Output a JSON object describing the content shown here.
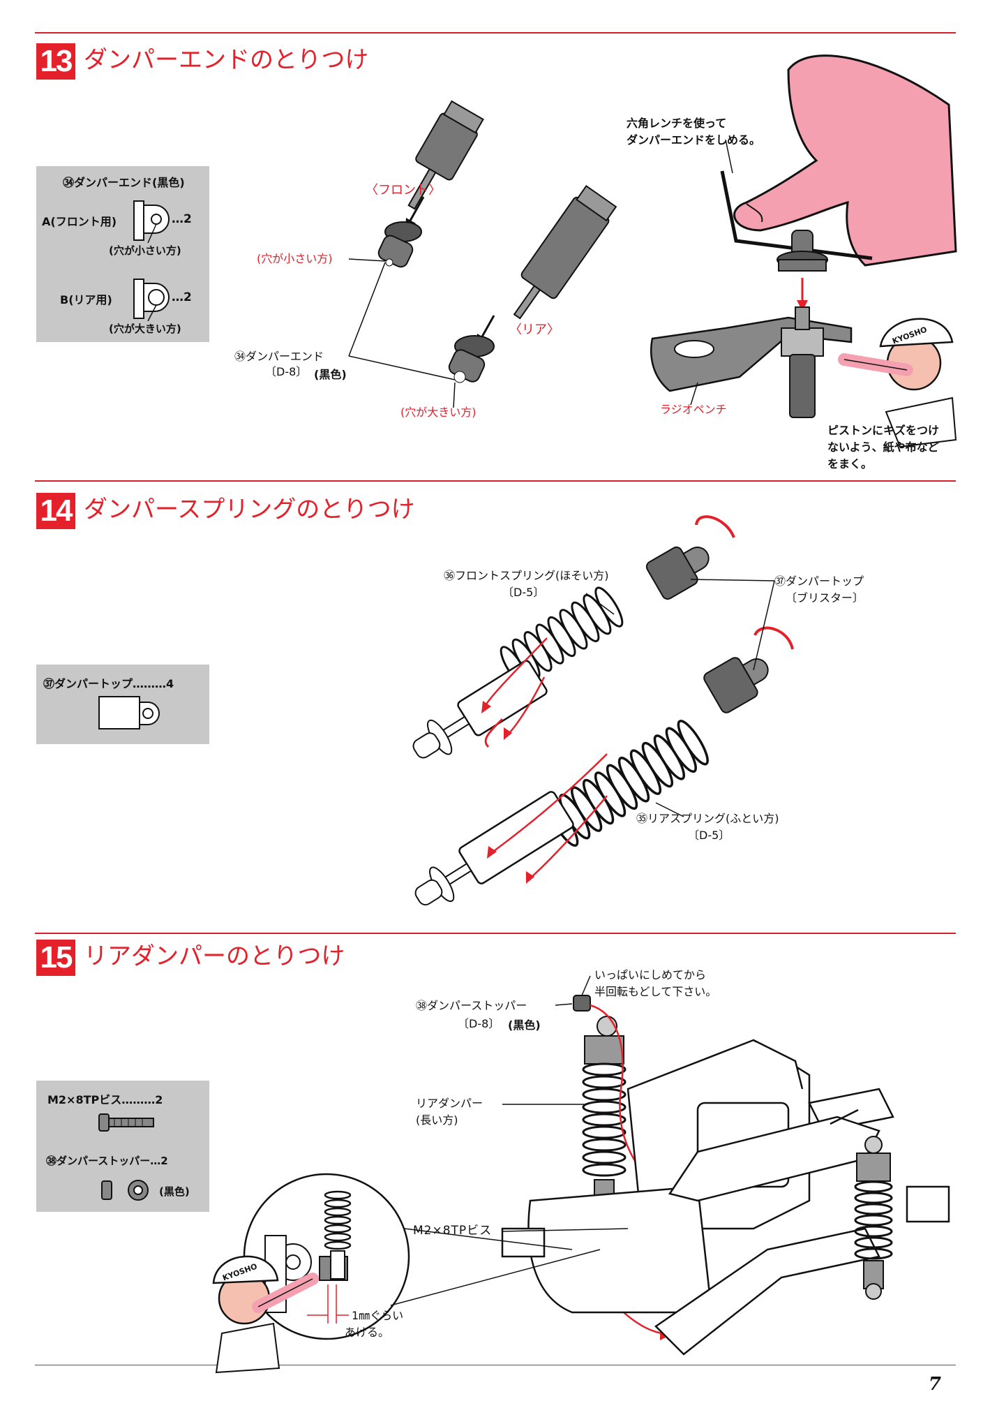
{
  "page_number": "7",
  "colors": {
    "accent": "#e4202a",
    "box": "#c8c8c8",
    "skin": "#f5a0b0"
  },
  "step13": {
    "number": "13",
    "title": "ダンパーエンドのとりつけ",
    "parts": {
      "item": "㉞ダンパーエンド(黒色)",
      "a_label": "A(フロント用)",
      "a_qty": "…2",
      "a_note": "(穴が小さい方)",
      "b_label": "B(リア用)",
      "b_qty": "…2",
      "b_note": "(穴が大きい方)"
    },
    "front": "〈フロント〉",
    "rear": "〈リア〉",
    "small_hole": "(穴が小さい方)",
    "large_hole": "(穴が大きい方)",
    "damper_end": "㉞ダンパーエンド",
    "damper_end_code": "〔D-8〕",
    "damper_end_color": "(黒色)",
    "hex_note_1": "六角レンチを使って",
    "hex_note_2": "ダンパーエンドをしめる。",
    "pliers": "ラジオペンチ",
    "piston_note_1": "ピストンにキズをつけ",
    "piston_note_2": "ないよう、紙や布など",
    "piston_note_3": "をまく。",
    "cap_brand": "KYOSHO"
  },
  "step14": {
    "number": "14",
    "title": "ダンパースプリングのとりつけ",
    "parts": {
      "item": "㊲ダンパートップ………4"
    },
    "front_spring": "㊱フロントスプリング(ほそい方)",
    "front_spring_code": "〔D-5〕",
    "damper_top": "㊲ダンパートップ",
    "damper_top_code": "〔ブリスター〕",
    "rear_spring": "㉟リアスプリング(ふとい方)",
    "rear_spring_code": "〔D-5〕"
  },
  "step15": {
    "number": "15",
    "title": "リアダンパーのとりつけ",
    "parts": {
      "screw": "M2×8TPビス………2",
      "stopper": "㊳ダンパーストッパー…2",
      "stopper_color": "(黒色)"
    },
    "stopper_label": "㊳ダンパーストッパー",
    "stopper_code": "〔D-8〕",
    "stopper_color": "(黒色)",
    "tighten_1": "いっぱいにしめてから",
    "tighten_2": "半回転もどして下さい。",
    "rear_damper": "リアダンパー",
    "rear_damper_long": "(長い方)",
    "screw_label": "M2×8TPビス",
    "gap_1": "1㎜ぐらい",
    "gap_2": "あける。",
    "cap_brand": "KYOSHO"
  }
}
